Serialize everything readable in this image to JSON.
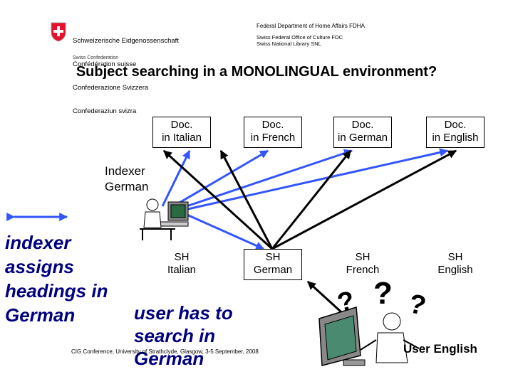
{
  "header": {
    "confederation_lines": [
      "Schweizerische Eidgenossenschaft",
      "Confédération suisse",
      "Confederazione Svizzera",
      "Confederaziun svizra"
    ],
    "swiss_confederation": "Swiss Confederation",
    "department": "Federal Department of Home Affairs FDHA",
    "office_line1": "Swiss Federal Office of Culture FOC",
    "office_line2": "Swiss National Library SNL"
  },
  "title": "Subject searching in a MONOLINGUAL environment?",
  "documents": [
    {
      "line1": "Doc.",
      "line2": "in Italian"
    },
    {
      "line1": "Doc.",
      "line2": "in French"
    },
    {
      "line1": "Doc.",
      "line2": "in German"
    },
    {
      "line1": "Doc.",
      "line2": "in English"
    }
  ],
  "subject_headings": [
    {
      "line1": "SH",
      "line2": "Italian"
    },
    {
      "line1": "SH",
      "line2": "German"
    },
    {
      "line1": "SH",
      "line2": "French"
    },
    {
      "line1": "SH",
      "line2": "English"
    }
  ],
  "indexer_label": {
    "line1": "Indexer",
    "line2": "German"
  },
  "legend_text": {
    "line1": "indexer",
    "line2": "assigns",
    "line3": "headings in",
    "line4": "German"
  },
  "user_text": {
    "line1": "user has to",
    "line2": "search in",
    "line3": "German"
  },
  "user_english": "User English",
  "footer": "CIG Conference, University of Strathclyde, Glasgow, 3-5 September, 2008",
  "question_marks": [
    "?",
    "?",
    "?"
  ],
  "colors": {
    "arrow_blue": "#3355ff",
    "arrow_black": "#000000",
    "text_navy": "#000080",
    "swiss_red": "#e8112d"
  }
}
